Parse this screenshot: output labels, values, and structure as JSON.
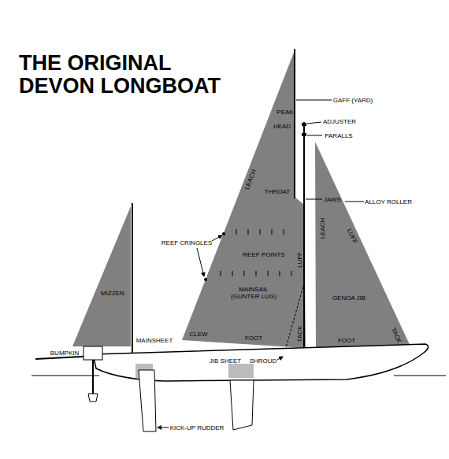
{
  "diagram": {
    "title": "THE ORIGINAL DEVON LONGBOAT",
    "labels": [
      "PEAK",
      "GAFF (YARD)",
      "HEAD",
      "ADJUSTER",
      "PARALLS",
      "THROAT",
      "JAWS",
      "ALLOY ROLLER",
      "LEACH",
      "LEACH",
      "REEF CRINGLES",
      "REEF POINTS",
      "MAINSAIL (GUNTER LUG)",
      "LUFF",
      "LUFF",
      "GENOA JIB",
      "MIZZEN",
      "MAINSHEET",
      "CLEW",
      "FOOT",
      "TACK",
      "FOOT",
      "TACK",
      "BUMPKIN",
      "JIB SHEET",
      "SHROUD",
      "KICK-UP RUDDER"
    ]
  }
}
